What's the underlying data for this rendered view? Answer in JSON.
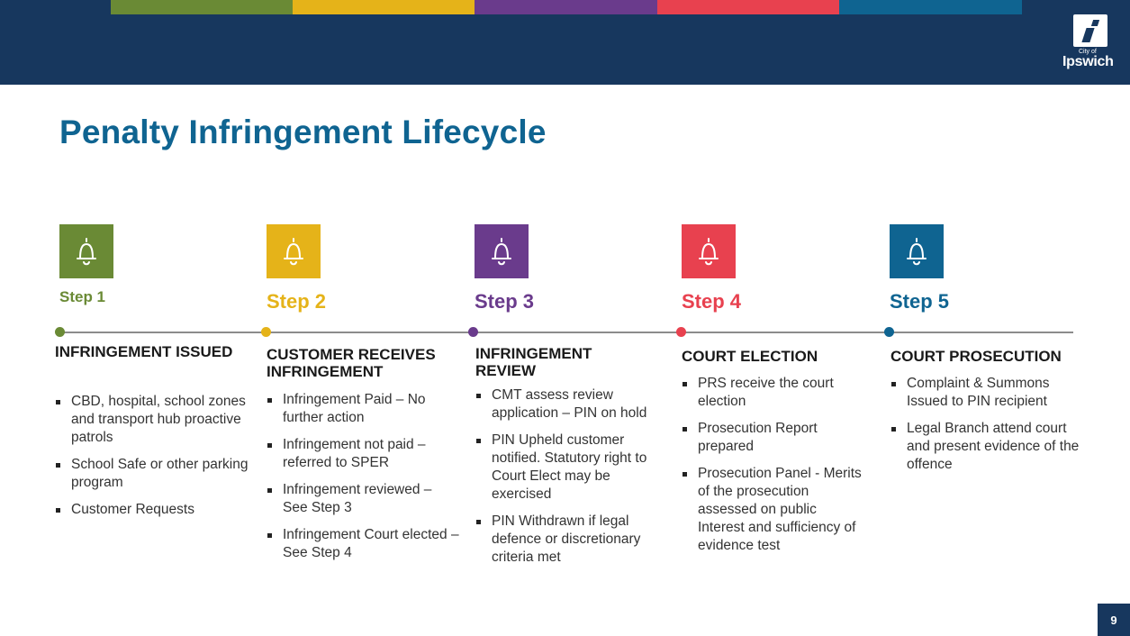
{
  "header": {
    "stripe_colors": [
      "#6a8a35",
      "#e5b319",
      "#6a3b8c",
      "#e8414f",
      "#0f6491"
    ],
    "background": "#17375e"
  },
  "logo": {
    "small_text": "City of",
    "name": "Ipswich"
  },
  "title": "Penalty Infringement Lifecycle",
  "steps": [
    {
      "label": "Step 1",
      "color": "#6a8a35",
      "icon": "bell-icon",
      "heading": "INFRINGEMENT ISSUED",
      "bullets": [
        "CBD, hospital, school zones and transport hub proactive patrols",
        "School Safe or other parking program",
        "Customer Requests"
      ]
    },
    {
      "label": "Step 2",
      "color": "#e5b319",
      "icon": "bell-icon",
      "heading": "CUSTOMER RECEIVES INFRINGEMENT",
      "bullets": [
        "Infringement Paid – No further action",
        "Infringement not paid – referred to SPER",
        "Infringement reviewed – See Step 3",
        "Infringement Court elected – See Step 4"
      ]
    },
    {
      "label": "Step 3",
      "color": "#6a3b8c",
      "icon": "bell-icon",
      "heading": "INFRINGEMENT REVIEW",
      "bullets": [
        "CMT assess review application – PIN on hold",
        "PIN Upheld customer notified. Statutory right to Court Elect may be exercised",
        "PIN Withdrawn if legal defence or discretionary criteria met"
      ]
    },
    {
      "label": "Step 4",
      "color": "#e8414f",
      "icon": "bell-icon",
      "heading": "COURT ELECTION",
      "bullets": [
        "PRS receive the court election",
        "Prosecution Report prepared",
        "Prosecution Panel - Merits of the prosecution assessed on public Interest and sufficiency of evidence test"
      ]
    },
    {
      "label": "Step 5",
      "color": "#0f6491",
      "icon": "bell-icon",
      "heading": "COURT PROSECUTION",
      "bullets": [
        "Complaint & Summons Issued to PIN recipient",
        "Legal Branch attend court and present evidence of the offence"
      ]
    }
  ],
  "page_number": "9"
}
